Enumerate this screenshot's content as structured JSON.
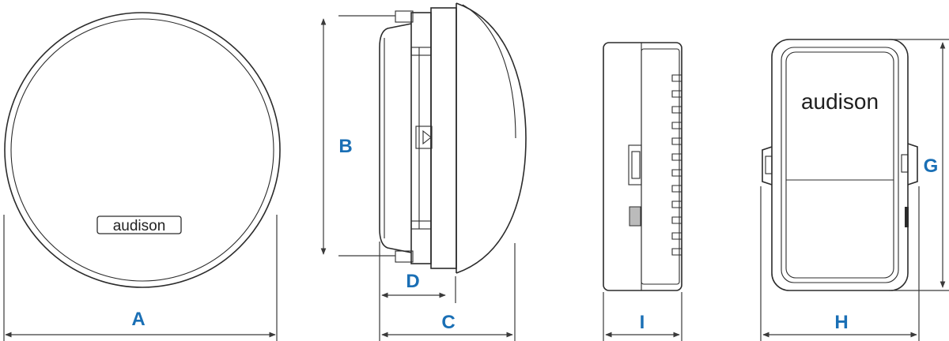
{
  "brand": {
    "front_logo": "audison",
    "crossover_logo": "audison"
  },
  "dimensions": {
    "A": "A",
    "B": "B",
    "C": "C",
    "D": "D",
    "G": "G",
    "H": "H",
    "I": "I"
  },
  "colors": {
    "label": "#1a6fb5",
    "line": "#3a3a3a",
    "outline": "#2b2b2b"
  }
}
